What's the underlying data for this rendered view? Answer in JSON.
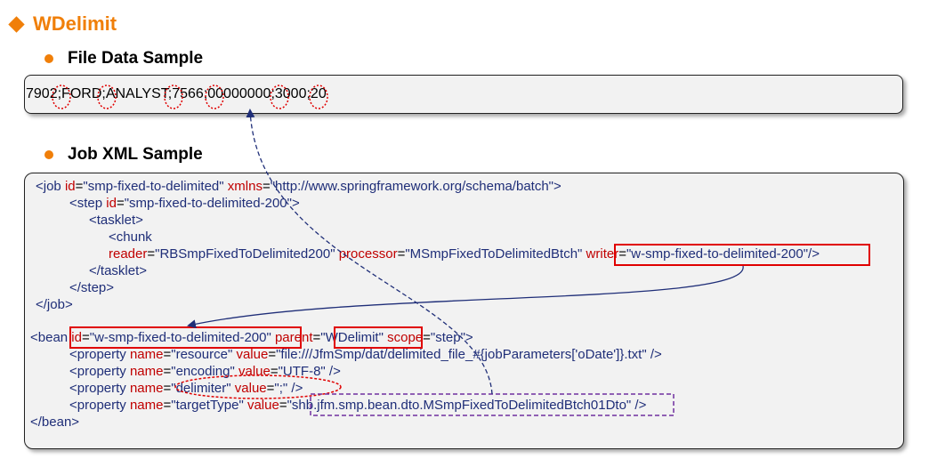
{
  "title": "WDelimit",
  "sections": {
    "file": "File Data Sample",
    "job": "Job XML Sample"
  },
  "file_data": "7902;FORD;ANALYST;7566;00000000;3000;20",
  "xml": {
    "l1": {
      "open": "<job ",
      "a1": "id",
      "eq1": "=",
      "v1": "\"smp-fixed-to-delimited\"",
      "sp": " ",
      "a2": "xmlns",
      "eq2": "=",
      "v2": "\"http://www.springframework.org/schema/batch\"",
      "close": ">"
    },
    "l2": {
      "open": "<step ",
      "a1": "id",
      "eq1": "=",
      "v1": "\"smp-fixed-to-delimited-200\"",
      "close": ">"
    },
    "l3": {
      "text": "<tasklet>"
    },
    "l4": {
      "text": "<chunk"
    },
    "l5": {
      "a1": "reader",
      "eq1": "=",
      "v1": "\"RBSmpFixedToDelimited200\"",
      "a2": "processor",
      "eq2": "=",
      "v2": "\"MSmpFixedToDelimitedBtch\"",
      "a3": "writer",
      "eq3": "=",
      "v3": "\"w-smp-fixed-to-delimited-200\"",
      "close": "/>"
    },
    "l6": {
      "text": "</tasklet>"
    },
    "l7": {
      "text": "</step>"
    },
    "l8": {
      "text": "</job>"
    },
    "l9": {
      "open": "<bean ",
      "a1": "id",
      "eq1": "=",
      "v1": "\"w-smp-fixed-to-delimited-200\"",
      "a2": "parent",
      "eq2": "=",
      "v2": "\"WDelimit\"",
      "a3": "scope",
      "eq3": "=",
      "v3": "\"step\"",
      "close": ">"
    },
    "l10": {
      "open": "<property ",
      "a1": "name",
      "eq1": "=",
      "v1": "\"resource\"",
      "a2": "value",
      "eq2": "=",
      "v2": "\"file:///JfmSmp/dat/delimited_file_#{jobParameters['oDate']}.txt\"",
      "close": " />"
    },
    "l11": {
      "open": "<property ",
      "a1": "name",
      "eq1": "=",
      "v1": "\"encoding\"",
      "a2": "value",
      "eq2": "=",
      "v2": "\"UTF-8\"",
      "close": " />"
    },
    "l12": {
      "open": "<property ",
      "a1": "name",
      "eq1": "=",
      "v1": "\"delimiter\"",
      "a2": "value",
      "eq2": "=",
      "v2": "\";\"",
      "close": " />"
    },
    "l13": {
      "open": "<property ",
      "a1": "name",
      "eq1": "=",
      "v1": "\"targetType\"",
      "a2": "value",
      "eq2": "=",
      "v2": "\"shb.jfm.smp.bean.dto.MSmpFixedToDelimitedBtch01Dto\"",
      "close": " />"
    },
    "l14": {
      "text": "</bean>"
    }
  },
  "colors": {
    "accent": "#f07f09",
    "highlight": "#e00000",
    "arrow": "#1f2e78",
    "dashed_box": "#7030a0"
  }
}
